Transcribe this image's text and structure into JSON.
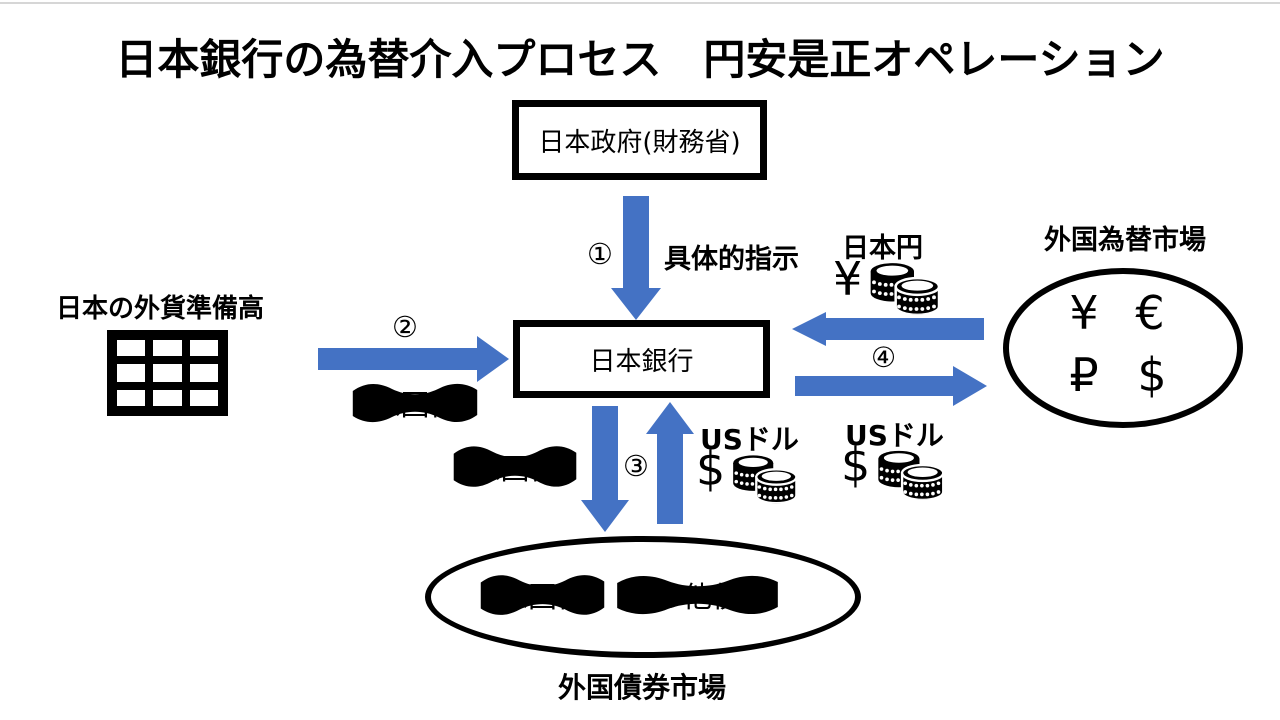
{
  "title": "日本銀行の為替介入プロセス　円安是正オペレーション",
  "nodes": {
    "government": {
      "label": "日本政府(財務省)"
    },
    "boj": {
      "label": "日本銀行"
    },
    "reserves": {
      "label": "日本の外貨準備高",
      "icon": "table-grid-icon"
    },
    "fx_market": {
      "label": "外国為替市場",
      "symbols": [
        "¥",
        "€",
        "₽",
        "$"
      ]
    },
    "bond_market": {
      "label": "外国債券市場",
      "items": [
        "米国債",
        "その他債券"
      ]
    }
  },
  "steps": {
    "one": {
      "num": "①",
      "label": "具体的指示"
    },
    "two": {
      "num": "②",
      "banner": "米国債"
    },
    "three": {
      "num": "③",
      "banner": "米国債",
      "currency_label": "USドル",
      "currency_symbol": "$"
    },
    "four": {
      "num": "④",
      "to_boj": {
        "label": "日本円",
        "symbol": "¥"
      },
      "to_market": {
        "label": "USドル",
        "symbol": "$"
      }
    }
  },
  "icons": {
    "coins": "coin-stack-icon"
  },
  "colors": {
    "arrow": "#4472C4",
    "ink": "#000000",
    "bg": "#FFFFFF"
  }
}
